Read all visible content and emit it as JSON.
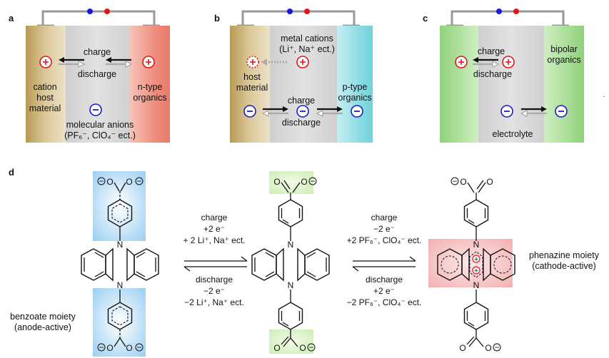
{
  "panels": {
    "a": {
      "letter": "a",
      "charge": "charge",
      "discharge": "discharge",
      "left_line1": "cation",
      "left_line2": "host",
      "left_line3": "material",
      "right_line1": "n-type",
      "right_line2": "organics",
      "anion_line1": "molecular anions",
      "anion_line2": "(PF₆⁻, ClO₄⁻ ect.)"
    },
    "b": {
      "letter": "b",
      "cation_line1": "metal cations",
      "cation_line2": "(Li⁺, Na⁺ ect.)",
      "left_line1": "host",
      "left_line2": "material",
      "charge": "charge",
      "discharge": "discharge",
      "right_line1": "p-type",
      "right_line2": "organics"
    },
    "c": {
      "letter": "c",
      "charge": "charge",
      "discharge": "discharge",
      "right_line1": "bipolar",
      "right_line2": "organics",
      "electrolyte": "electrolyte"
    },
    "d": {
      "letter": "d",
      "left_arrow": {
        "above": [
          "charge",
          "+2 e⁻",
          "+ 2 Li⁺, Na⁺ ect."
        ],
        "below": [
          "discharge",
          "−2 e⁻",
          "−2 Li⁺, Na⁺ ect."
        ]
      },
      "right_arrow": {
        "above": [
          "charge",
          "−2 e⁻",
          "+2 PF₆⁻, ClO₄⁻ ect."
        ],
        "below": [
          "discharge",
          "+2 e⁻",
          "−2 PF₆⁻, ClO₄⁻ ect."
        ]
      },
      "benzoate_line1": "benzoate moiety",
      "benzoate_line2": "(anode-active)",
      "phenazine_line1": "phenazine moiety",
      "phenazine_line2": "(cathode-active)",
      "atom_N": "N",
      "atom_O": "O",
      "minus": "−",
      "plus": "+"
    }
  },
  "colors": {
    "tan": "#c9b27a",
    "salmon": "#ef8a7a",
    "cyan": "#7fd9e0",
    "green": "#8fd27a",
    "grey": "#d8d8d8",
    "red": "#e01818",
    "blue": "#1a1ad0",
    "blue_highlight": "#8ec8f0",
    "green_highlight": "#d5f0c0",
    "red_highlight": "#f6c2c2"
  }
}
